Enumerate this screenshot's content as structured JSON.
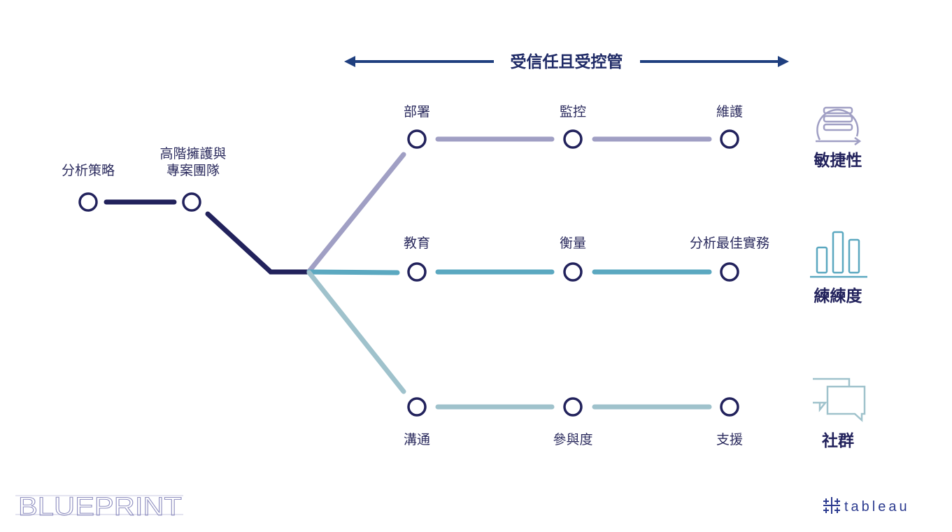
{
  "header": {
    "title": "受信任且受控管"
  },
  "start_nodes": [
    {
      "label_lines": [
        "分析策略"
      ]
    },
    {
      "label_lines": [
        "高階擁護與",
        "專案團隊"
      ]
    }
  ],
  "rows": [
    {
      "category": "敏捷性",
      "icon": "server-cycle-icon",
      "color": "#a09fc4",
      "stages": [
        "部署",
        "監控",
        "維護"
      ]
    },
    {
      "category": "練練度",
      "icon": "bar-chart-icon",
      "color": "#5ba8c0",
      "stages": [
        "教育",
        "衡量",
        "分析最佳實務"
      ]
    },
    {
      "category": "社群",
      "icon": "chat-bubbles-icon",
      "color": "#9fc2cc",
      "stages": [
        "溝通",
        "參與度",
        "支援"
      ]
    }
  ],
  "colors": {
    "trunk": "#22225c",
    "arrow": "#1f3f7f"
  },
  "footer": {
    "left_logo": "BLUEPRINT",
    "right_logo": "tableau"
  }
}
